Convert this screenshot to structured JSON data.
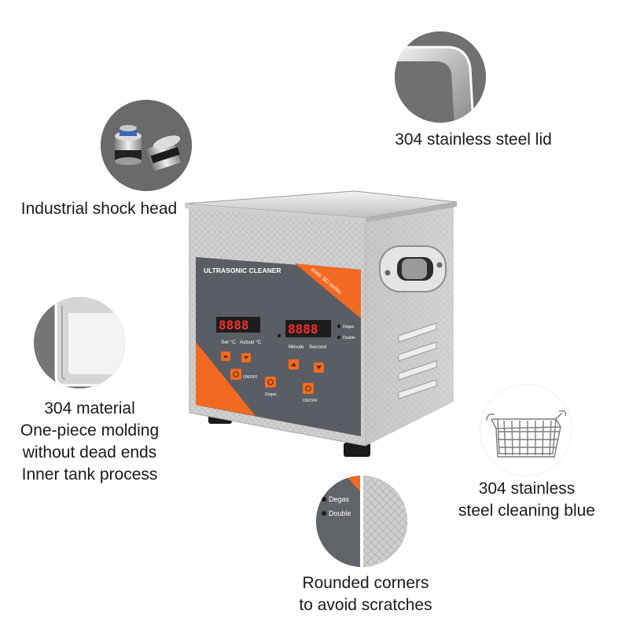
{
  "captions": {
    "lid": "304 stainless steel lid",
    "shock_head": "Industrial shock head",
    "material": [
      "304 material",
      "One-piece molding",
      "without dead ends",
      "Inner tank process"
    ],
    "basket": [
      "304 stainless",
      "steel cleaning blue"
    ],
    "corners": [
      "Rounded corners",
      "to avoid scratches"
    ]
  },
  "device": {
    "brand_label": "ULTRASONIC CLEANER",
    "series_label": "sonic SD series",
    "temp_display": "8888",
    "time_display": "8888",
    "label_set_c": "Set °C",
    "label_actual_c": "Actual °C",
    "label_minute": "Minute",
    "label_second": "Second",
    "label_degas": "Degas",
    "label_double": "Double",
    "label_onoff_left": "ON/OFF",
    "label_degas_btn": "Degas",
    "label_onoff_right": "ON/OFF"
  },
  "detail": {
    "degas": "Degas",
    "double": "Double"
  },
  "colors": {
    "accent_orange": "#f26a21",
    "panel_gray": "#5a5d63",
    "steel": "#c9c9c9",
    "display_red": "#ff2b2b"
  }
}
